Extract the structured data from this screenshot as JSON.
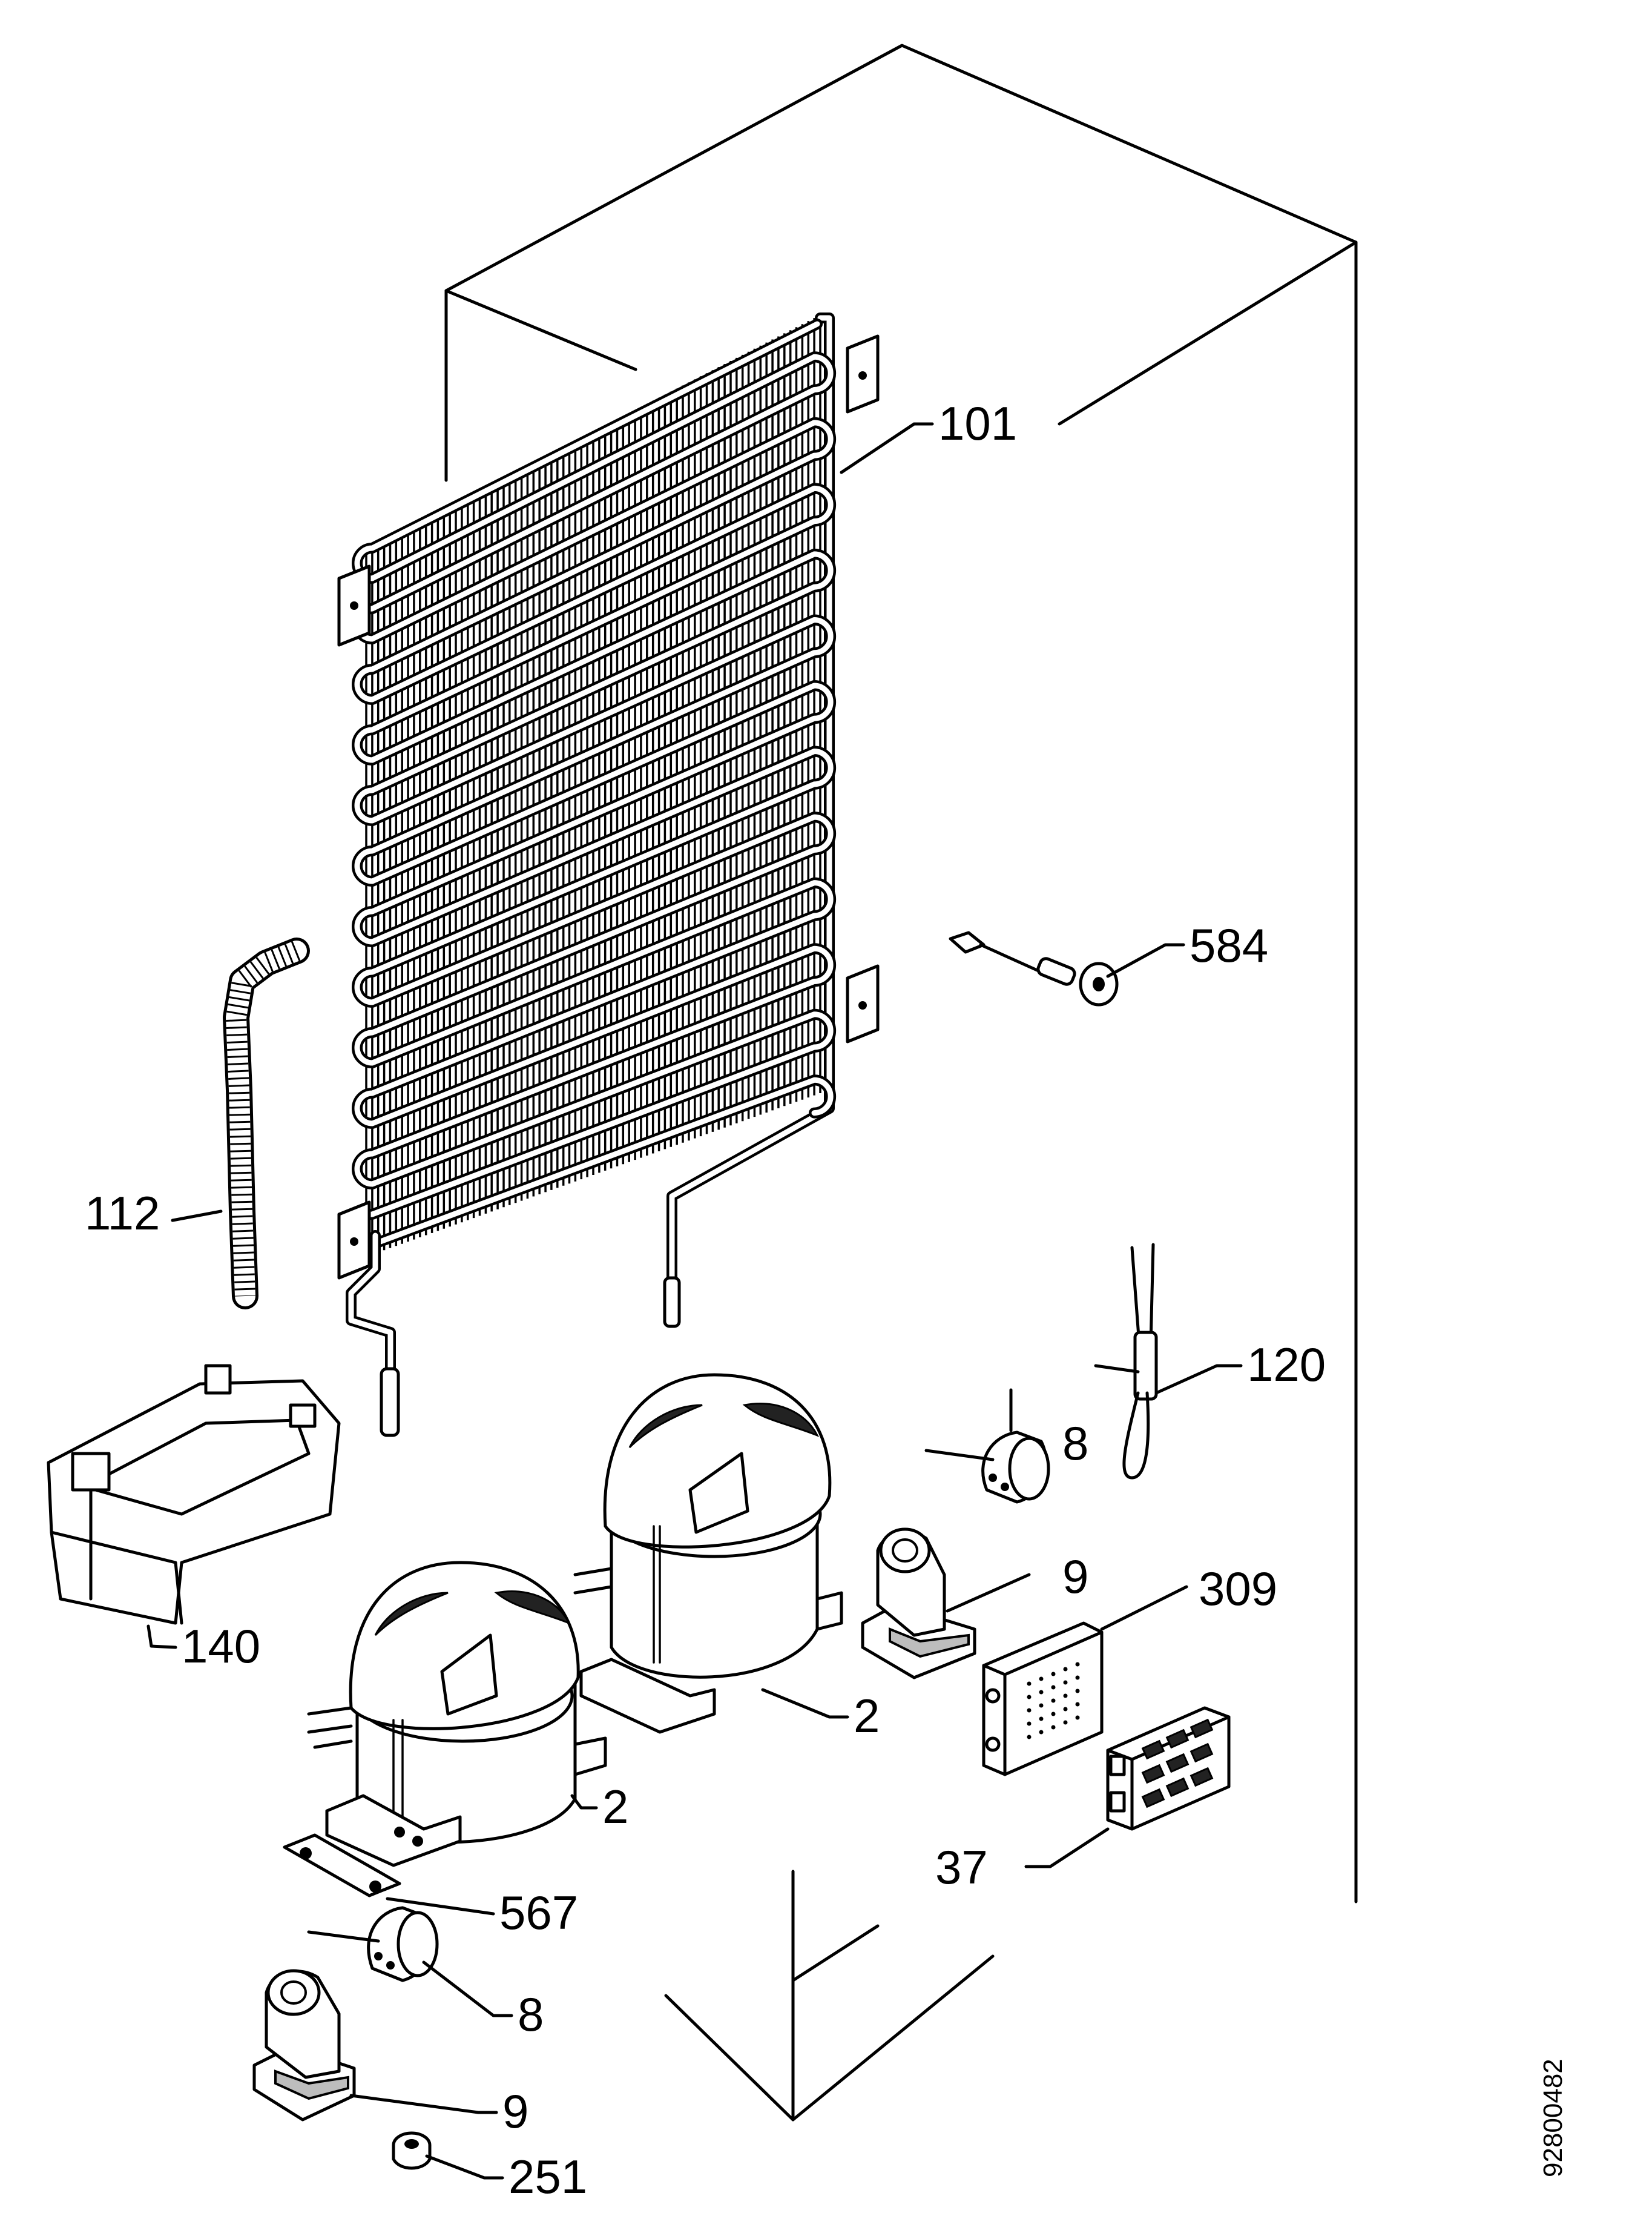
{
  "callouts": {
    "condenser": "101",
    "thermostat_probe": "584",
    "drain_hose": "112",
    "drip_tray": "140",
    "thermal_fuse": "120",
    "overload_relay_upper": "8",
    "clip_upper": "9",
    "electronic_module": "309",
    "compressor_upper": "2",
    "compressor_lower": "2",
    "control_board": "37",
    "mounting_plate": "567",
    "overload_relay_lower": "8",
    "clip_lower": "9",
    "grommet": "251"
  },
  "drawing_code": "92800482"
}
